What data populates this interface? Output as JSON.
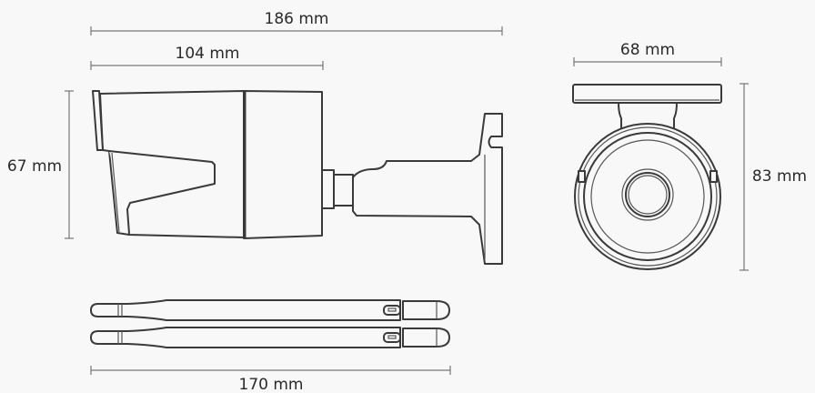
{
  "dimensions": {
    "total_length": "186 mm",
    "body_length": "104 mm",
    "side_height": "67 mm",
    "front_width": "68 mm",
    "front_height": "83 mm",
    "antenna_length": "170 mm"
  },
  "colors": {
    "line": "#3a3a3a",
    "background": "#f8f8f8"
  }
}
